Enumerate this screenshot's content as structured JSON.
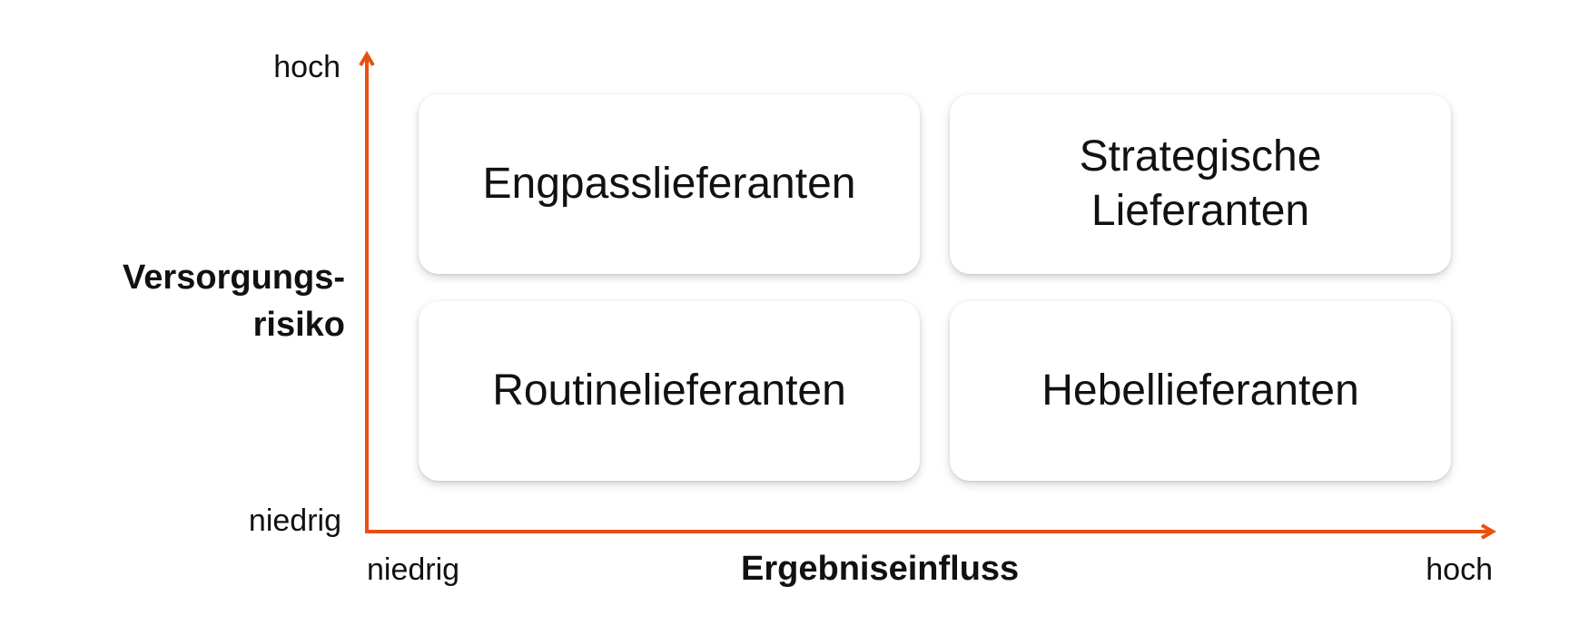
{
  "colors": {
    "axis": "#e8500f",
    "text": "#111111",
    "box_background": "#ffffff"
  },
  "y_axis": {
    "title": "Versorgungs-\nrisiko",
    "high_label": "hoch",
    "low_label": "niedrig"
  },
  "x_axis": {
    "title": "Ergebniseinfluss",
    "low_label": "niedrig",
    "high_label": "hoch"
  },
  "quadrants": {
    "top_left": "Engpasslieferanten",
    "top_right": "Strategische\nLieferanten",
    "bottom_left": "Routinelieferanten",
    "bottom_right": "Hebellieferanten"
  }
}
